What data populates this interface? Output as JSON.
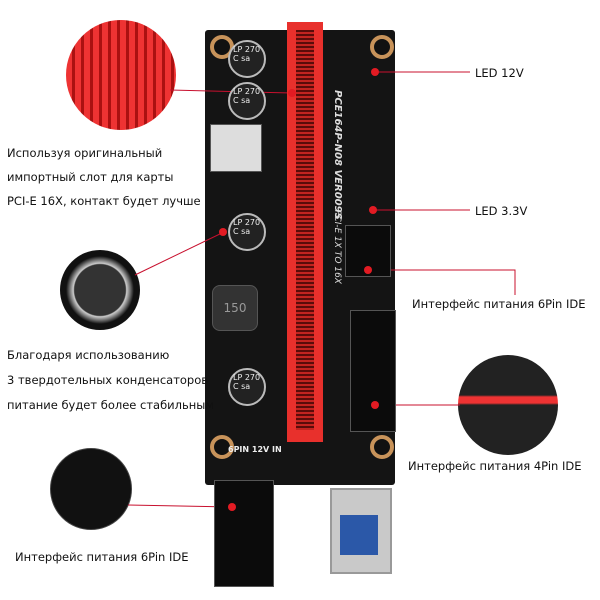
{
  "left_labels": {
    "slot_note": [
      "Используя оригинальный",
      "импортный слот для карты",
      "PCI-E 16X, контакт будет лучше"
    ],
    "capacitor_note": [
      "Благодаря использованию",
      "3 твердотельных конденсаторов",
      "питание будет более стабильным"
    ],
    "bottom_6pin": "Интерфейс питания 6Pin IDE"
  },
  "right_labels": {
    "led_12v": "LED 12V",
    "led_3v3": "LED 3.3V",
    "pin6": "Интерфейс питания 6Pin IDE",
    "pin4": "Интерфейс питания 4Pin IDE"
  },
  "board": {
    "model_silk": "PCE164P-N08  VER009S",
    "subtitle_silk": "PCI-E 1X TO 16X",
    "power_silk": "6PIN 12V IN",
    "capacitor_marking": "LP 270 C sa",
    "inductor_marking": "150"
  },
  "colors": {
    "callout_line": "#c8102e",
    "slot": "#e8302c",
    "pcb": "#141414"
  }
}
